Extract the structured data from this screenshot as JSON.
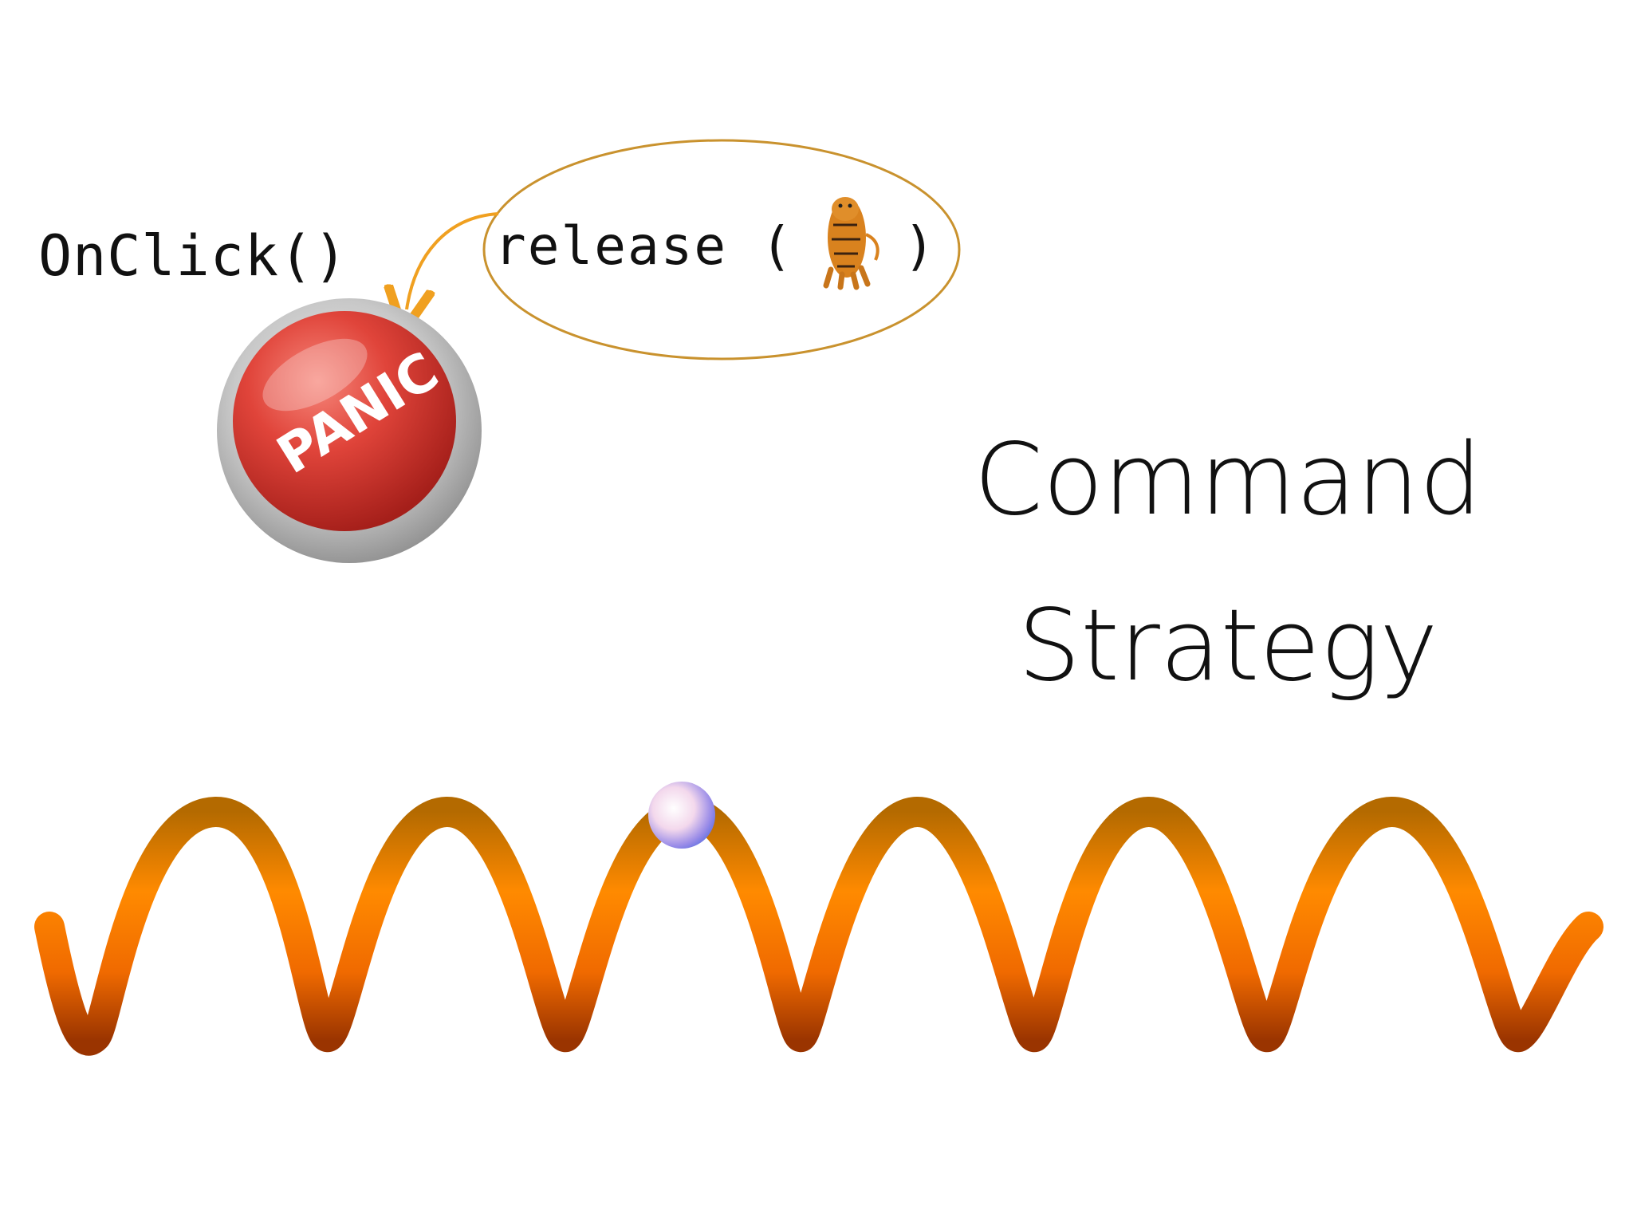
{
  "diagram": {
    "onclick_label": "OnClick()",
    "release_label": "release (",
    "release_close": ")",
    "panic_button_text": "PANIC",
    "title_command": "Command",
    "title_strategy": "Strategy"
  },
  "colors": {
    "ellipse_stroke": "#C9922E",
    "arrow": "#F0A020",
    "button_red": "#D8362E",
    "button_rim": "#B5B5B5",
    "wave_orange": "#F07800",
    "wave_dark": "#A83A00",
    "ball": "#D8C8F0"
  },
  "icons": {
    "tiger": "tiger-icon",
    "button": "panic-button-icon",
    "wave": "spring-wave",
    "ball": "ball"
  }
}
